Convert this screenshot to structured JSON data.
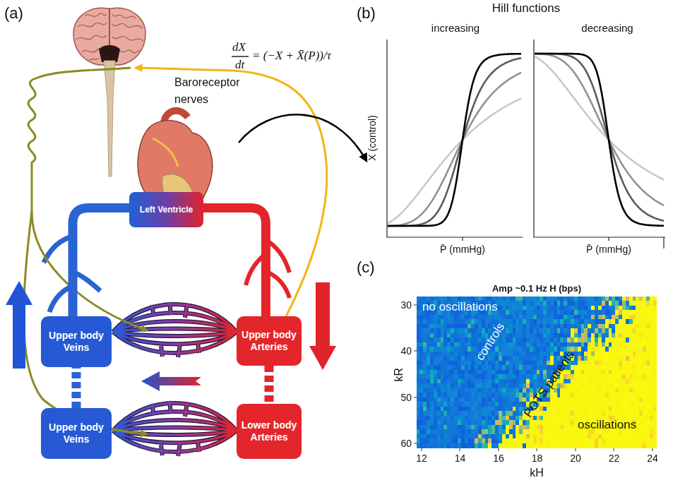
{
  "diagram": {
    "nodes": [
      {
        "text": [
          "Left Ventricle"
        ]
      },
      {
        "text": [
          "Upper body Veins"
        ]
      },
      {
        "text": [
          "Upper body Arteries"
        ]
      },
      {
        "text": [
          "Upper body Veins"
        ]
      },
      {
        "text": [
          "Lower body Arteries"
        ]
      }
    ],
    "edges": [
      {
        "from": 0,
        "to": 2,
        "arrow": "none"
      },
      {
        "from": 1,
        "to": 0,
        "arrow": "none"
      },
      {
        "from": 2,
        "to": 4,
        "arrow": "none"
      },
      {
        "from": 3,
        "to": 1,
        "arrow": "none"
      }
    ],
    "labels": [
      "(a)",
      "dX",
      "dt",
      "= (−X + X̄(P))/τ",
      "Baroreceptor nerves",
      "(b)",
      "Hill functions",
      "increasing",
      "decreasing",
      "X̄ (control)",
      "P̄ (mmHg)",
      "P̄ (mmHg)",
      "(c)",
      "Amp ~0.1 Hz H (bps)",
      "30",
      "40",
      "50",
      "60",
      "kR",
      "12",
      "14",
      "16",
      "18",
      "20",
      "22",
      "24",
      "kH",
      "no oscillations",
      "controls",
      "POTS patients",
      "oscillations"
    ]
  }
}
